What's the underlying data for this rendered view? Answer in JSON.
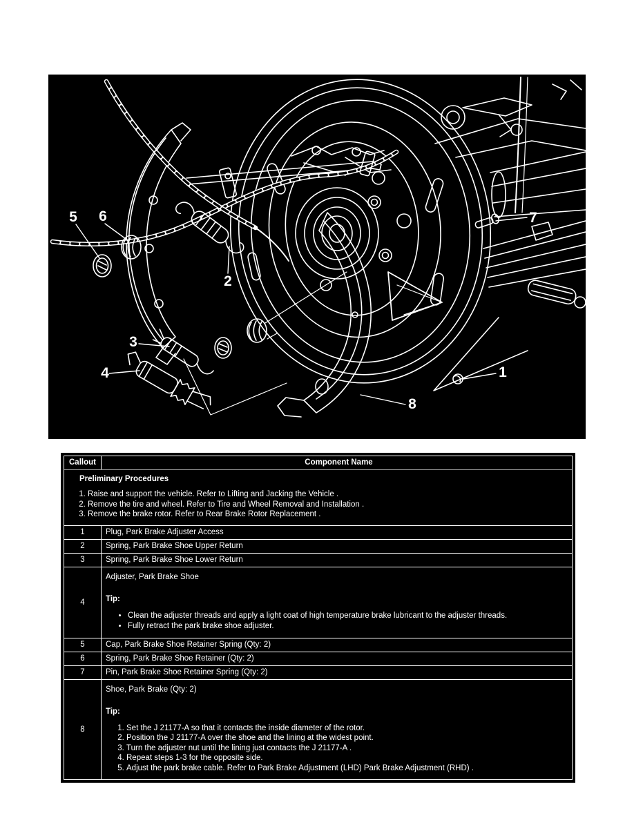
{
  "figure": {
    "bg": "#000000",
    "line_color": "#ffffff",
    "description_name": "park-brake-shoe-exploded-view",
    "callouts": [
      {
        "n": "1"
      },
      {
        "n": "2"
      },
      {
        "n": "3"
      },
      {
        "n": "4"
      },
      {
        "n": "5"
      },
      {
        "n": "6"
      },
      {
        "n": "7"
      },
      {
        "n": "8"
      }
    ]
  },
  "table": {
    "header": {
      "callout_label": "Callout",
      "component_label": "Component Name"
    },
    "preliminary": {
      "title": "Preliminary Procedures",
      "steps": [
        "Raise and support the vehicle. Refer to Lifting and Jacking the Vehicle .",
        "Remove the tire and wheel. Refer to Tire and Wheel Removal and Installation .",
        "Remove the brake rotor. Refer to Rear Brake Rotor Replacement ."
      ]
    },
    "rows": [
      {
        "callout": "1",
        "name": "Plug, Park Brake Adjuster Access"
      },
      {
        "callout": "2",
        "name": "Spring, Park Brake Shoe Upper Return"
      },
      {
        "callout": "3",
        "name": "Spring, Park Brake Shoe Lower Return"
      },
      {
        "callout": "4",
        "name": "Adjuster, Park Brake Shoe",
        "tip_label": "Tip:",
        "bullets": [
          "Clean the adjuster threads and apply a light coat of high temperature brake lubricant to the adjuster threads.",
          "Fully retract the park brake shoe adjuster."
        ]
      },
      {
        "callout": "5",
        "name": "Cap, Park Brake Shoe Retainer Spring (Qty: 2)"
      },
      {
        "callout": "6",
        "name": "Spring, Park Brake Shoe Retainer (Qty: 2)"
      },
      {
        "callout": "7",
        "name": "Pin, Park Brake Shoe Retainer Spring (Qty: 2)"
      },
      {
        "callout": "8",
        "name": "Shoe, Park Brake (Qty: 2)",
        "tip_label": "Tip:",
        "steps": [
          "Set the J 21177-A so that it contacts the inside diameter of the rotor.",
          "Position the J 21177-A over the shoe and the lining at the widest point.",
          "Turn the adjuster nut until the lining just contacts the J 21177-A .",
          "Repeat steps 1-3 for the opposite side.",
          "Adjust the park brake cable. Refer to Park Brake Adjustment (LHD) Park Brake Adjustment (RHD) ."
        ]
      }
    ]
  }
}
